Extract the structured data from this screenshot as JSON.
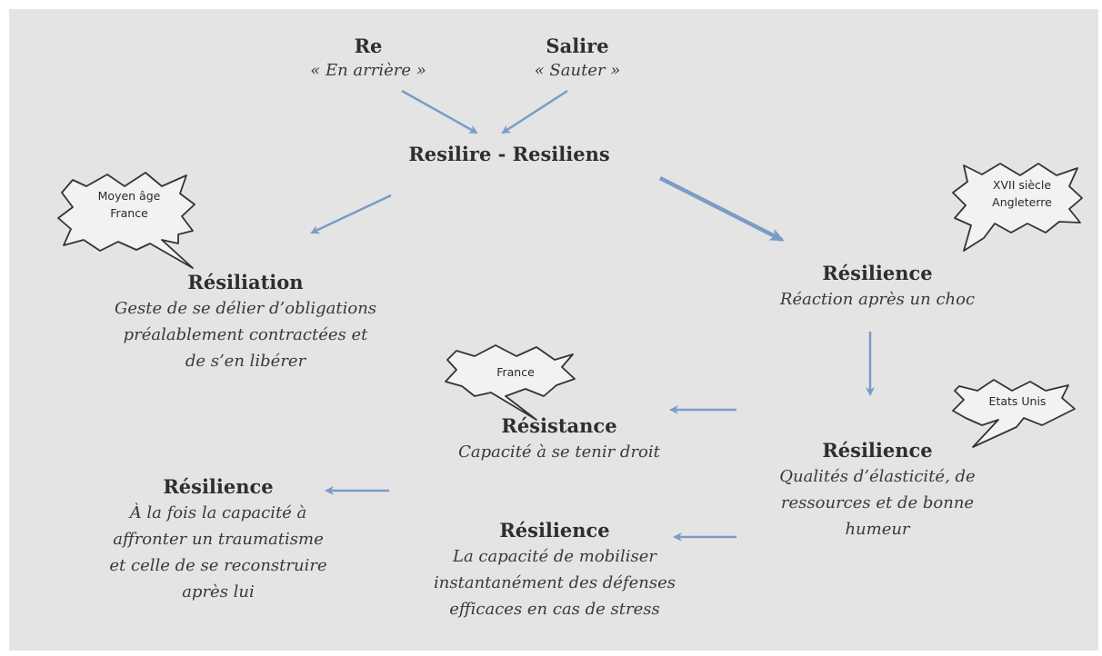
{
  "etymology": {
    "re": {
      "title": "Re",
      "meaning": "« En arrière »"
    },
    "salire": {
      "title": "Salire",
      "meaning": "« Sauter »"
    },
    "root": "Resilire - Resiliens"
  },
  "bubbles": {
    "moyen_age": [
      "Moyen âge",
      "France"
    ],
    "xvii": [
      "XVII siècle",
      "Angleterre"
    ],
    "france": [
      "France"
    ],
    "etats_unis": [
      "Etats Unis"
    ]
  },
  "nodes": {
    "resiliation": {
      "title": "Résiliation",
      "lines": [
        "Geste de se délier d’obligations",
        "préalablement contractées et",
        "de s’en libérer"
      ]
    },
    "resilience_choc": {
      "title": "Résilience",
      "lines": [
        "Réaction après un choc"
      ]
    },
    "resistance": {
      "title": "Résistance",
      "lines": [
        "Capacité à se tenir droit"
      ]
    },
    "resilience_usa": {
      "title": "Résilience",
      "lines": [
        "Qualités d’élasticité, de",
        "ressources et de bonne",
        "humeur"
      ]
    },
    "resilience_stress": {
      "title": "Résilience",
      "lines": [
        "La capacité de mobiliser",
        "instantanément des défenses",
        "efficaces en cas de stress"
      ]
    },
    "resilience_trauma": {
      "title": "Résilience",
      "lines": [
        "À la fois la capacité à",
        "affronter un traumatisme",
        "et celle de se reconstruire",
        "après lui"
      ]
    }
  },
  "colors": {
    "arrow": "#7a9cc6",
    "background": "#e4e4e4",
    "text": "#2e2e2e"
  }
}
